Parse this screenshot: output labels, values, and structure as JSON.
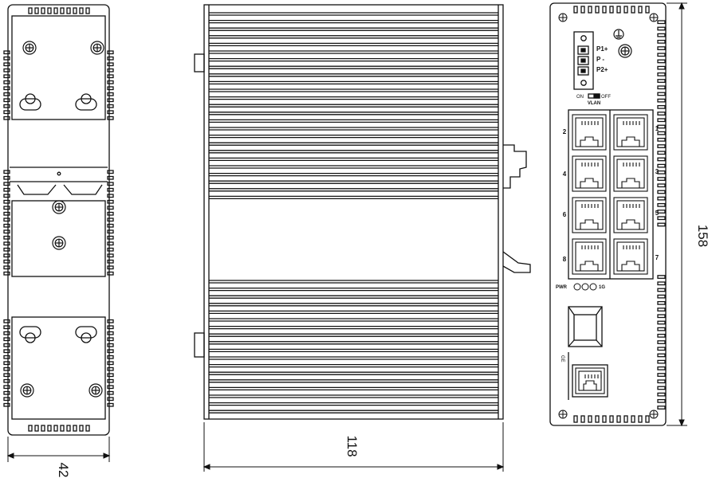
{
  "dimensions": {
    "side_width": "42",
    "front_width": "118",
    "panel_height": "158"
  },
  "power_terminal": {
    "pins": [
      "P1+",
      "P -",
      "P2+"
    ]
  },
  "vlan_switch": {
    "on_label": "ON",
    "off_label": "OFF",
    "name": "VLAN"
  },
  "ports": {
    "left_column": [
      "2",
      "4",
      "6",
      "8"
    ],
    "right_column": [
      "1",
      "3",
      "5",
      "7"
    ]
  },
  "leds": {
    "left_label": "PWR",
    "right_label": "1G"
  },
  "uplink": {
    "label": "GE"
  },
  "icons": [
    "ground-icon",
    "screw-icon",
    "rj45-port-icon",
    "sfp-cage-icon",
    "led-icon"
  ],
  "colors": {
    "line": "#111111",
    "background": "#ffffff"
  }
}
